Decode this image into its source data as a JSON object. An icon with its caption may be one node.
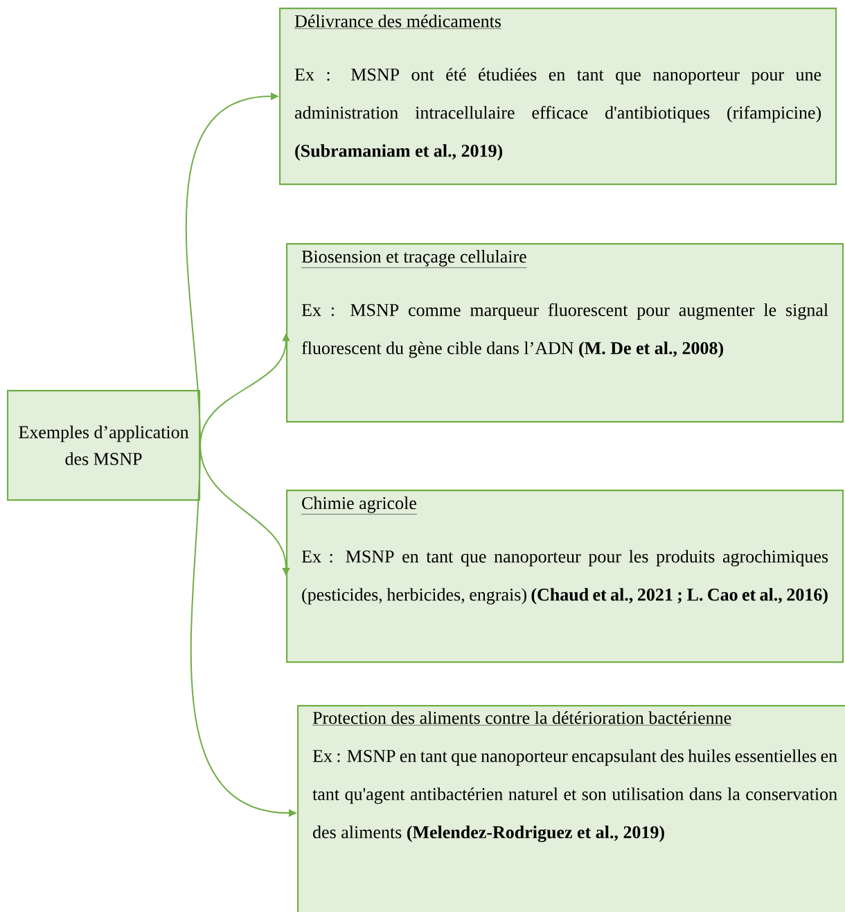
{
  "diagram": {
    "nodes": [
      {
        "text": [
          "Exemples d’application des MSNP"
        ]
      },
      {
        "text": [
          "Délivrance des médicaments",
          "Ex : MSNP ont été étudiées en tant que nanoporteur pour une administration intracellulaire efficace d'antibiotiques (rifampicine) **(Subramaniam et al., 2019)**"
        ]
      },
      {
        "text": [
          "Biosension et traçage cellulaire",
          "Ex : MSNP comme marqueur fluorescent pour augmenter le signal fluorescent du gène cible dans l’ADN **(M. De et al., 2008)**"
        ]
      },
      {
        "text": [
          "Chimie agricole",
          "Ex : MSNP en tant que nanoporteur pour les produits agrochimiques (pesticides, herbicides, engrais) **(Chaud et al., 2021 ; L. Cao et al., 2016)**"
        ]
      },
      {
        "text": [
          "Protection des aliments contre la détérioration bactérienne",
          "Ex : MSNP en tant que nanoporteur encapsulant des huiles essentielles en tant qu'agent antibactérien naturel et son utilisation dans la conservation des aliments **(Melendez-Rodriguez et al., 2019)**"
        ]
      }
    ],
    "edges": [
      {
        "from": 0,
        "to": 1,
        "arrow": "to"
      },
      {
        "from": 0,
        "to": 2,
        "arrow": "to"
      },
      {
        "from": 0,
        "to": 3,
        "arrow": "to"
      },
      {
        "from": 0,
        "to": 4,
        "arrow": "to"
      }
    ]
  }
}
